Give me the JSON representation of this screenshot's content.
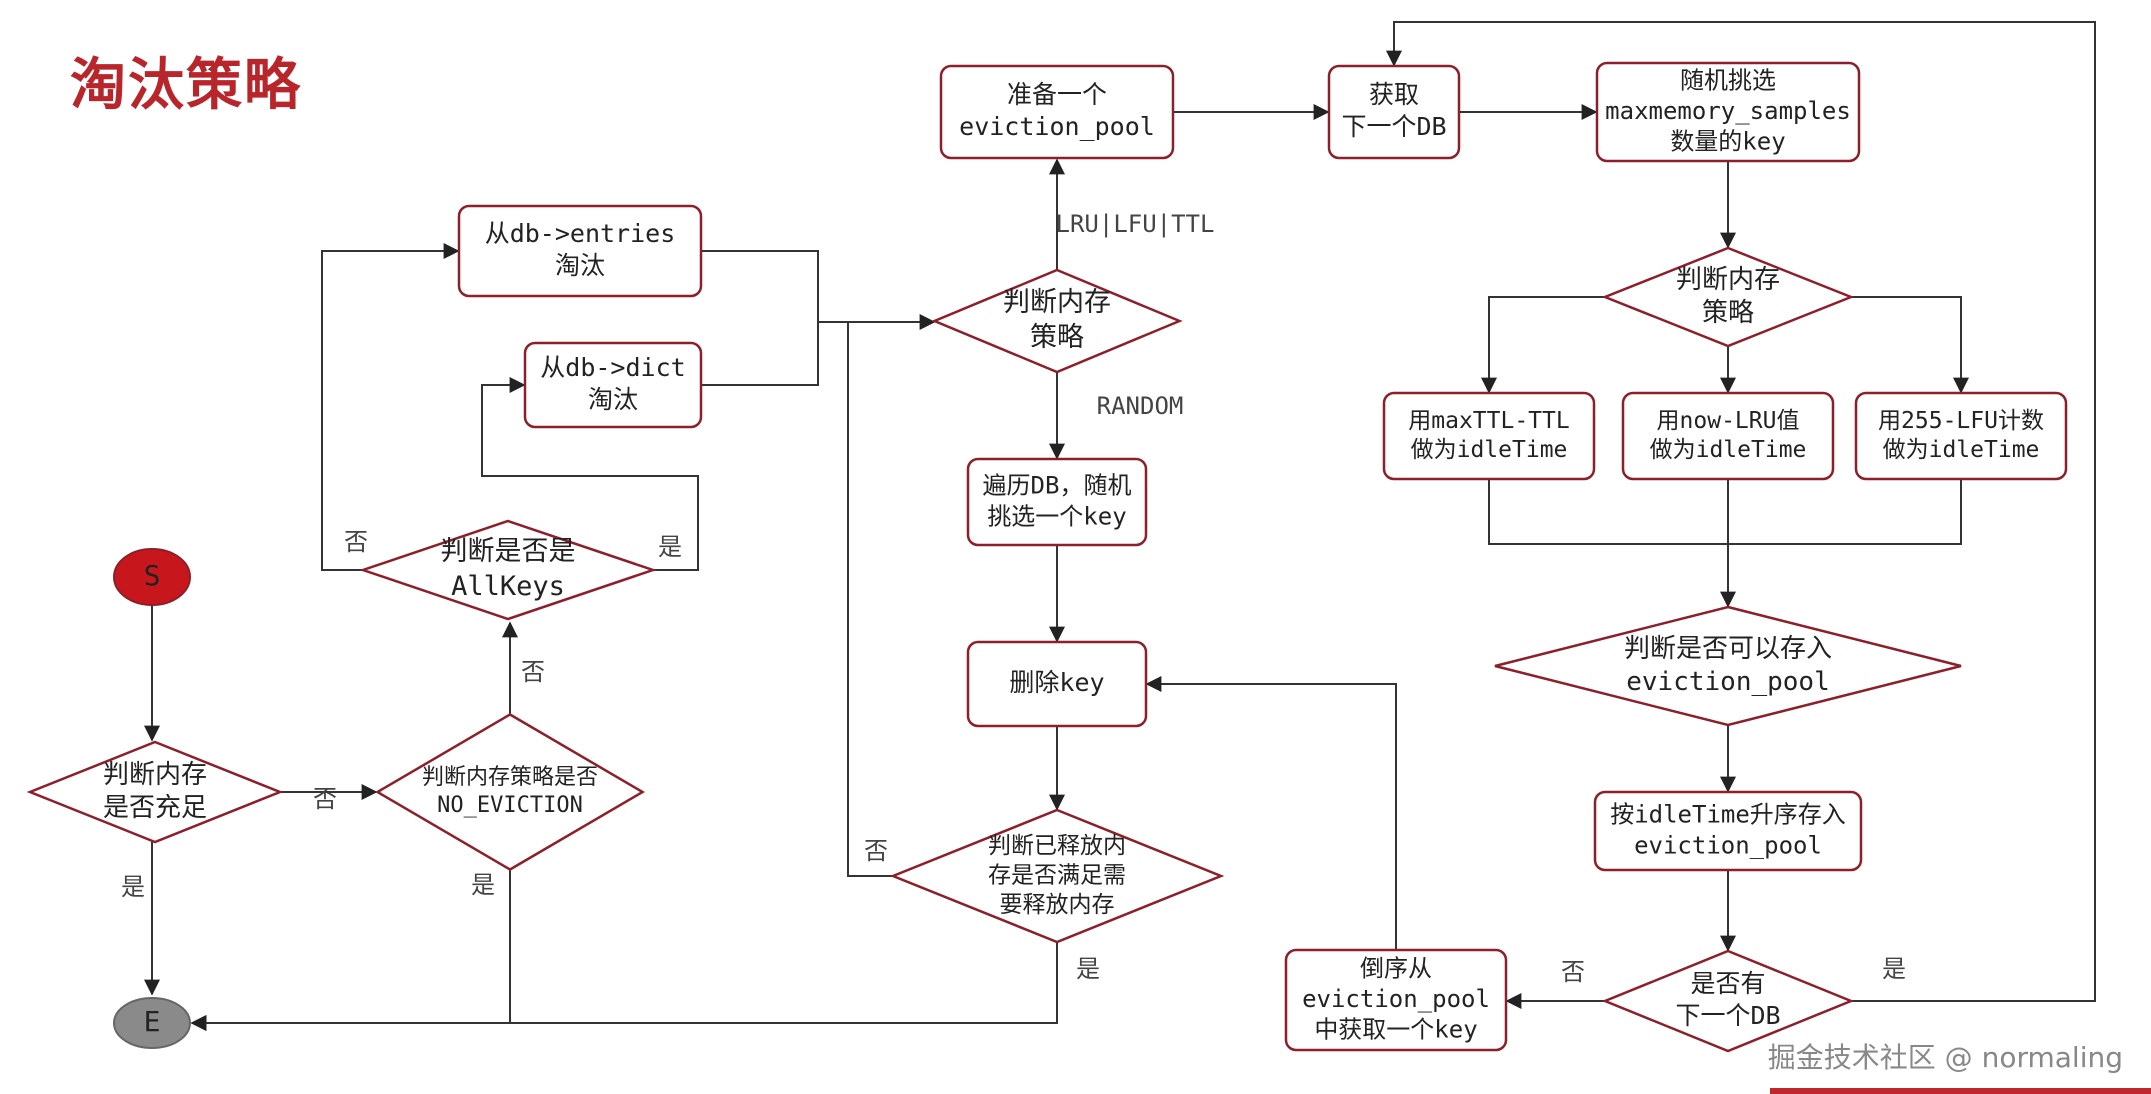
{
  "title": "淘汰策略",
  "watermark": "掘金技术社区 @ normaling",
  "colors": {
    "title": "#b8252b",
    "node_stroke": "#8d1f2a",
    "start_fill": "#c8161d",
    "end_fill": "#8a8a8a",
    "edge": "#333333"
  },
  "nodes": {
    "start": [
      "S"
    ],
    "end": [
      "E"
    ],
    "check_memory": [
      "判断内存",
      "是否充足"
    ],
    "check_no_eviction": [
      "判断内存策略是否",
      "NO_EVICTION"
    ],
    "check_allkeys": [
      "判断是否是",
      "AllKeys"
    ],
    "from_entries": [
      "从db->entries",
      "淘汰"
    ],
    "from_dict": [
      "从db->dict",
      "淘汰"
    ],
    "check_policy": [
      "判断内存",
      "策略"
    ],
    "prepare_pool": [
      "准备一个",
      "eviction_pool"
    ],
    "random_key": [
      "遍历DB，随机",
      "挑选一个key"
    ],
    "delete_key": [
      "删除key"
    ],
    "check_freed": [
      "判断已释放内",
      "存是否满足需",
      "要释放内存"
    ],
    "next_db": [
      "获取",
      "下一个DB"
    ],
    "sample_keys": [
      "随机挑选",
      "maxmemory_samples",
      "数量的key"
    ],
    "check_policy2": [
      "判断内存",
      "策略"
    ],
    "ttl_idle": [
      "用maxTTL-TTL",
      "做为idleTime"
    ],
    "lru_idle": [
      "用now-LRU值",
      "做为idleTime"
    ],
    "lfu_idle": [
      "用255-LFU计数",
      "做为idleTime"
    ],
    "check_can_store": [
      "判断是否可以存入",
      "eviction_pool"
    ],
    "store_pool": [
      "按idleTime升序存入",
      "eviction_pool"
    ],
    "has_next_db": [
      "是否有",
      "下一个DB"
    ],
    "pop_pool": [
      "倒序从",
      "eviction_pool",
      "中获取一个key"
    ]
  },
  "edge_labels": {
    "no_1": "否",
    "no_2": "否",
    "no_3": "否",
    "no_4": "否",
    "no_5": "否",
    "yes_1": "是",
    "yes_2": "是",
    "yes_3": "是",
    "yes_4": "是",
    "yes_5": "是",
    "lru_lfu_ttl": "LRU|LFU|TTL",
    "random": "RANDOM"
  }
}
